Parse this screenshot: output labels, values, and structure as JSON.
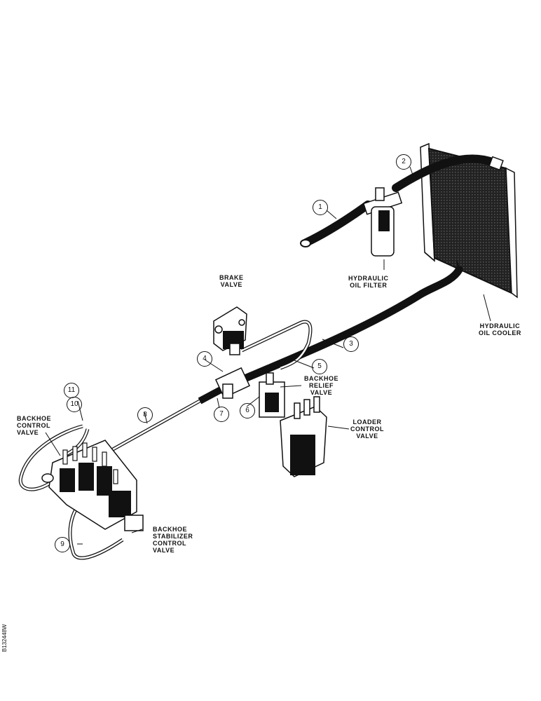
{
  "labels": {
    "hydraulic_oil_filter": [
      "HYDRAULIC",
      "OIL FILTER"
    ],
    "brake_valve": [
      "BRAKE",
      "VALVE"
    ],
    "hydraulic_oil_cooler": [
      "HYDRAULIC",
      "OIL COOLER"
    ],
    "backhoe_relief_valve": [
      "BACKHOE",
      "RELIEF",
      "VALVE"
    ],
    "loader_control_valve": [
      "LOADER",
      "CONTROL",
      "VALVE"
    ],
    "backhoe_control_valve": [
      "BACKHOE",
      "CONTROL",
      "VALVE"
    ],
    "backhoe_stabilizer_control_valve": [
      "BACKHOE",
      "STABILIZER",
      "CONTROL",
      "VALVE"
    ]
  },
  "callouts": [
    "1",
    "2",
    "3",
    "4",
    "5",
    "6",
    "7",
    "8",
    "9",
    "10",
    "11"
  ],
  "drawing_id": "B132448W"
}
